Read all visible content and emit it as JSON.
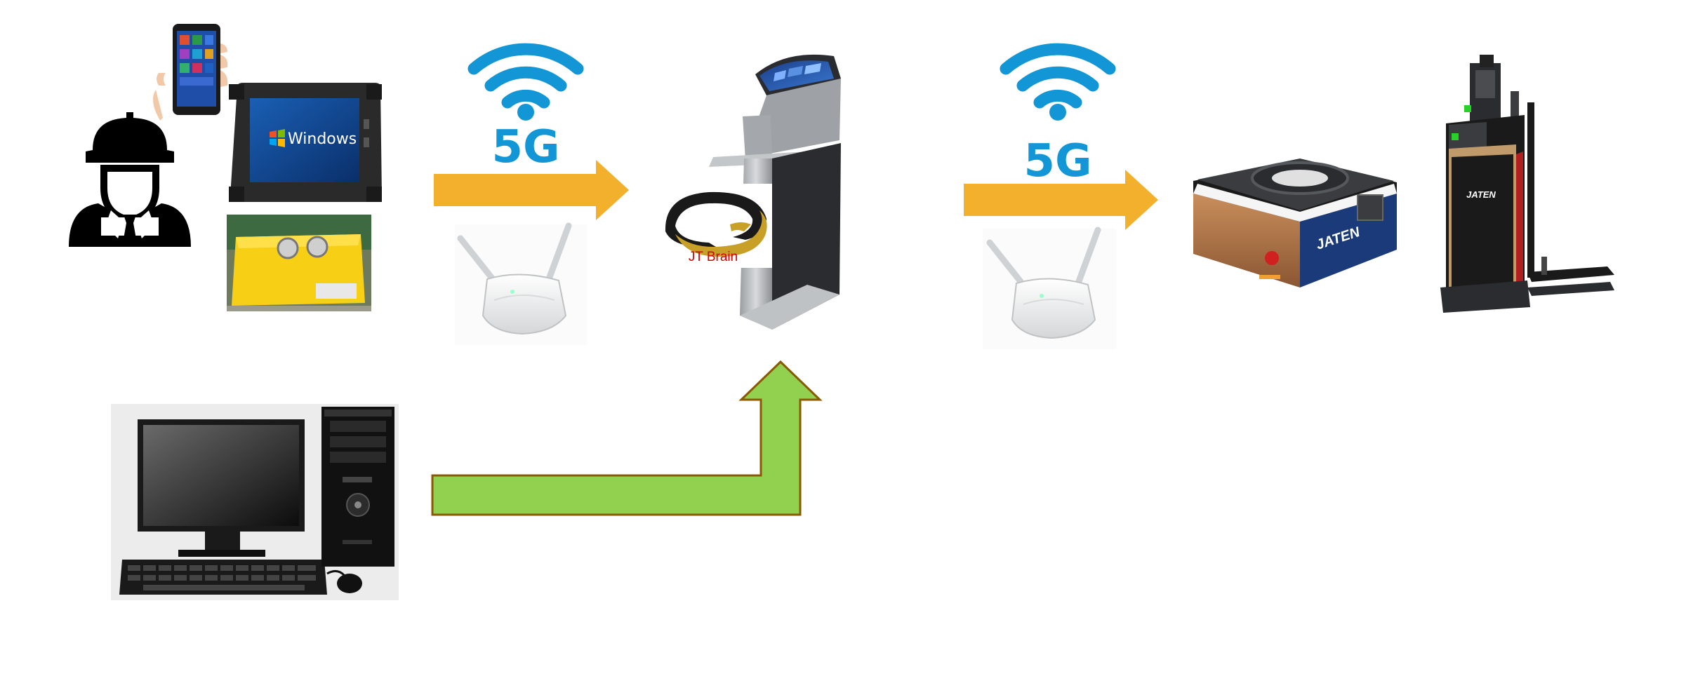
{
  "network": {
    "label_left": "5G",
    "label_right": "5G"
  },
  "server": {
    "logo_text": "JT Brain"
  },
  "tablet": {
    "os_text": "Windows"
  },
  "agv": {
    "brand": "JATEN"
  },
  "forklift": {
    "brand": "JATEN"
  },
  "colors": {
    "wifi_blue": "#1296d6",
    "arrow_orange": "#f2b02c",
    "arrow_green": "#92d050",
    "arrow_green_border": "#8a5a00",
    "jt_red": "#d40000",
    "jt_gold": "#c8a028"
  }
}
